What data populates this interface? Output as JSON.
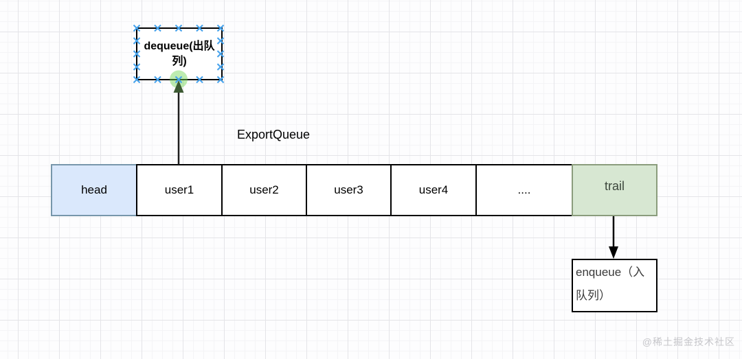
{
  "diagram": {
    "queue_label": "ExportQueue",
    "dequeue_box": {
      "label": "dequeue(出队列)"
    },
    "enqueue_box": {
      "label": "enqueue（入队列）"
    },
    "cells": [
      {
        "label": "head"
      },
      {
        "label": "user1"
      },
      {
        "label": "user2"
      },
      {
        "label": "user3"
      },
      {
        "label": "user4"
      },
      {
        "label": "...."
      },
      {
        "label": "trail"
      }
    ],
    "colors": {
      "head_fill": "#dae8fc",
      "head_border": "#7796ab",
      "trail_fill": "#d7e7d2",
      "trail_border": "#8a9c7c",
      "cell_border": "#000000",
      "selection_handle_blue": "#45a2ec",
      "connection_highlight_green": "#6dd450",
      "dequeue_arrowhead_green": "#3c5a33",
      "enqueue_arrowhead_black": "#000000",
      "grid_major": "#e4e4e8",
      "grid_minor": "#f4f4f6",
      "watermark_gray": "#c6c6ca"
    },
    "icons": {
      "connection_point": "x-cross",
      "dequeue_arrow": "arrow-up",
      "enqueue_arrow": "arrow-down"
    }
  },
  "app": {
    "watermark": "@稀土掘金技术社区"
  }
}
